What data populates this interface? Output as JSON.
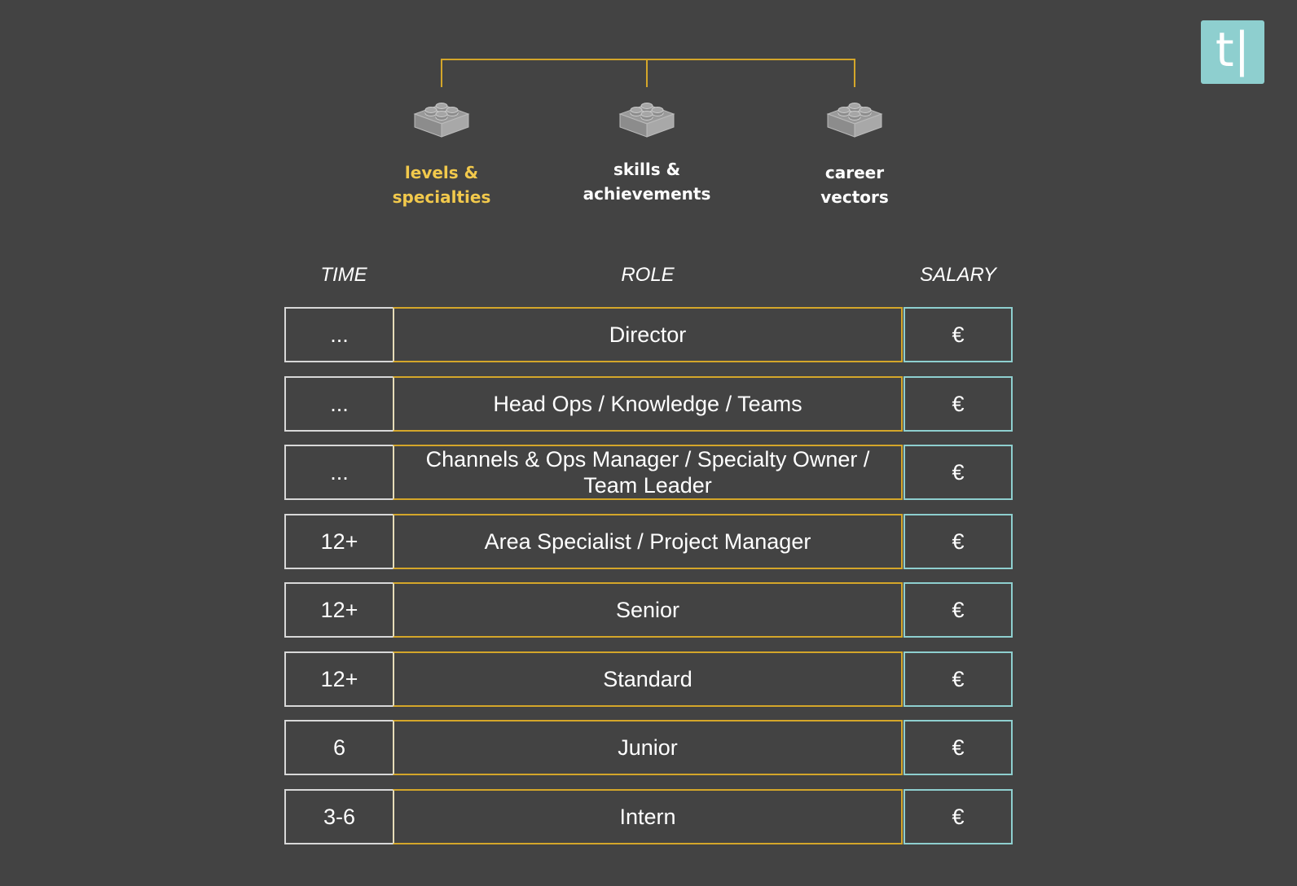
{
  "logo": {
    "text": "t|"
  },
  "categories": [
    {
      "label": "levels & specialties",
      "line1": "levels &",
      "line2": "specialties",
      "color": "#f2c94c",
      "icon": "lego-brick-icon"
    },
    {
      "label": "skills & achievements",
      "line1": "skills &",
      "line2": "achievements",
      "color": "#ffffff",
      "icon": "lego-brick-icon"
    },
    {
      "label": "career vectors",
      "line1": "career",
      "line2": "vectors",
      "color": "#ffffff",
      "icon": "lego-brick-icon"
    }
  ],
  "table": {
    "headers": {
      "time": "TIME",
      "role": "ROLE",
      "salary": "SALARY"
    },
    "rows": [
      {
        "time": "...",
        "role": "Director",
        "salary": "€"
      },
      {
        "time": "...",
        "role": "Head Ops / Knowledge / Teams",
        "salary": "€"
      },
      {
        "time": "...",
        "role": "Channels & Ops Manager / Specialty Owner / Team Leader",
        "salary": "€"
      },
      {
        "time": "12+",
        "role": "Area Specialist / Project Manager",
        "salary": "€"
      },
      {
        "time": "12+",
        "role": "Senior",
        "salary": "€"
      },
      {
        "time": "12+",
        "role": "Standard",
        "salary": "€"
      },
      {
        "time": "6",
        "role": "Junior",
        "salary": "€"
      },
      {
        "time": "3-6",
        "role": "Intern",
        "salary": "€"
      }
    ]
  },
  "colors": {
    "background": "#434343",
    "gold": "#d4a62a",
    "teal": "#8ecfcf",
    "highlight": "#f2c94c"
  }
}
